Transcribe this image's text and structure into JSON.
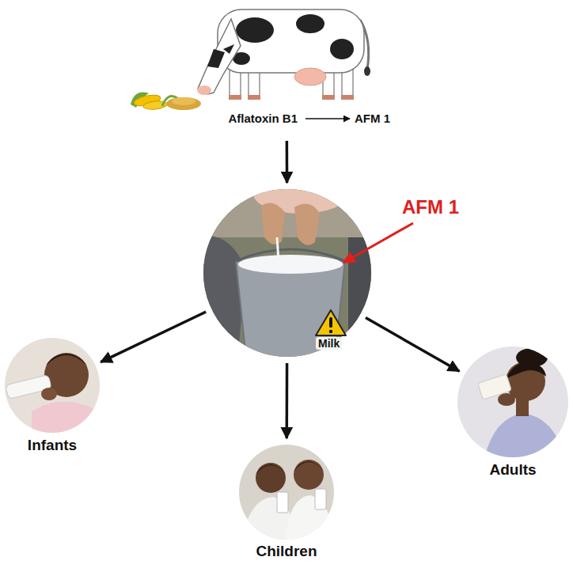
{
  "diagram": {
    "nodes": [
      {
        "text": [
          "Aflatoxin B1",
          "AFM 1"
        ]
      },
      {
        "text": [
          "Milk"
        ]
      },
      {
        "text": [
          "Infants"
        ]
      },
      {
        "text": [
          "Children"
        ]
      },
      {
        "text": [
          "Adults"
        ]
      }
    ],
    "edges": [
      {
        "from": 0,
        "to": 1,
        "arrow": "to"
      },
      {
        "from": 1,
        "to": 2,
        "arrow": "to"
      },
      {
        "from": 1,
        "to": 3,
        "arrow": "to"
      },
      {
        "from": 1,
        "to": 4,
        "arrow": "to"
      }
    ],
    "labels": [
      "AFM 1"
    ]
  }
}
